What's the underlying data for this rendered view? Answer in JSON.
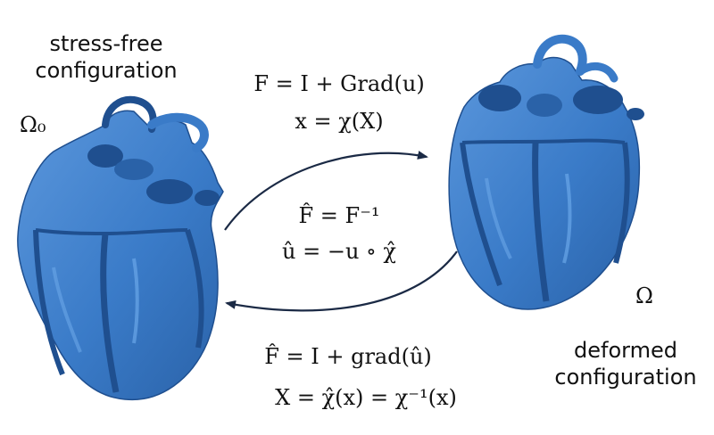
{
  "labels": {
    "stress_free_line1": "stress-free",
    "stress_free_line2": "configuration",
    "deformed_line1": "deformed",
    "deformed_line2": "configuration",
    "omega0": "Ω₀",
    "omega": "Ω"
  },
  "equations": {
    "forward_F": "F = I + Grad(u)",
    "forward_x": "x = χ(X)",
    "inverse_F": "F̂ = F⁻¹",
    "inverse_u": "û = −u ∘ χ̂",
    "backward_F": "F̂ = I + grad(û)",
    "backward_X": "X = χ̂(x) = χ⁻¹(x)"
  },
  "colors": {
    "heart": "#3a7bc8",
    "heart_dark": "#1f4f8f",
    "heart_light": "#6aa6e8",
    "arrow": "#1b2a45"
  }
}
